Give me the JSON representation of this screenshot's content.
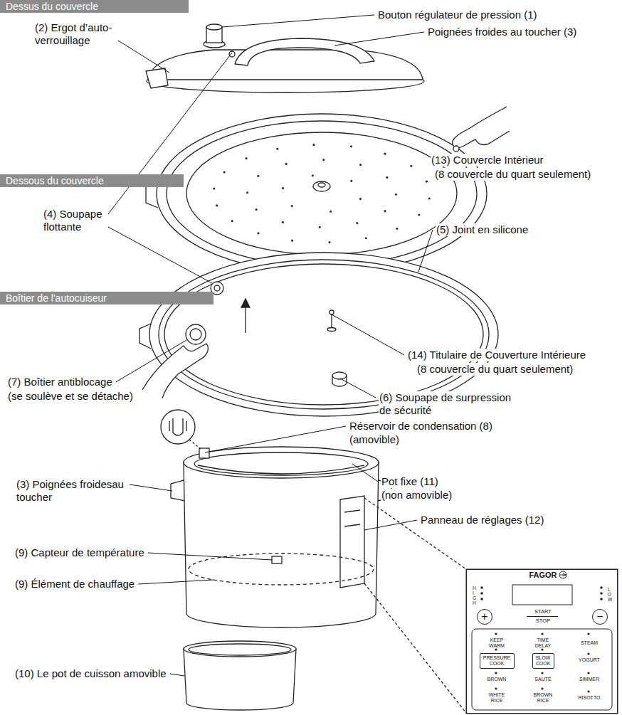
{
  "diagram": {
    "nodes": [
      {
        "text": [
          "Dessus du couvercle"
        ]
      },
      {
        "text": [
          "Dessous du couvercle"
        ]
      },
      {
        "text": [
          "Boîtier de l'autocuiseur"
        ]
      },
      {
        "text": [
          "FAGOR",
          "HIGH",
          "LOW",
          "START",
          "STOP",
          "KEEP WARM",
          "TIME DELAY",
          "STEAM",
          "YOGURT",
          "BROWN",
          "SAUTÉ",
          "SIMMER",
          "WHITE RICE",
          "BROWN RICE",
          "RISOTTO"
        ]
      },
      {
        "text": [
          "+"
        ],
        "in": 3
      },
      {
        "text": [
          "−"
        ],
        "in": 3
      },
      {
        "text": [
          "PRESSURE COOK"
        ],
        "in": 3
      },
      {
        "text": [
          "SLOW COOK"
        ],
        "in": 3
      }
    ],
    "labels": [
      "Bouton régulateur de pression (1)",
      "(2) Ergot d’auto- verrouillage",
      "Poignées froides au toucher (3)",
      "(4) Soupape flottante",
      "(13) Couvercle Intérieur",
      "(8 couvercle du quart seulement)",
      "(5) Joint en silicone",
      "(7) Boîtier antiblocage",
      "(se soulève et se détache)",
      "(14) Titulaire de Couverture Intérieure",
      "(8 couvercle du quart seulement)",
      "(6) Soupape de surpression de sécurité",
      "Réservoir de condensation (8)",
      "(amovible)",
      "Pot fixe (11)",
      "(non amovible)",
      "(3) Poignées froidesau toucher",
      "Panneau de réglages (12)",
      "(9) Capteur de température",
      "(9) Élément de chauffage",
      "(10) Le pot de cuisson amovible"
    ]
  }
}
